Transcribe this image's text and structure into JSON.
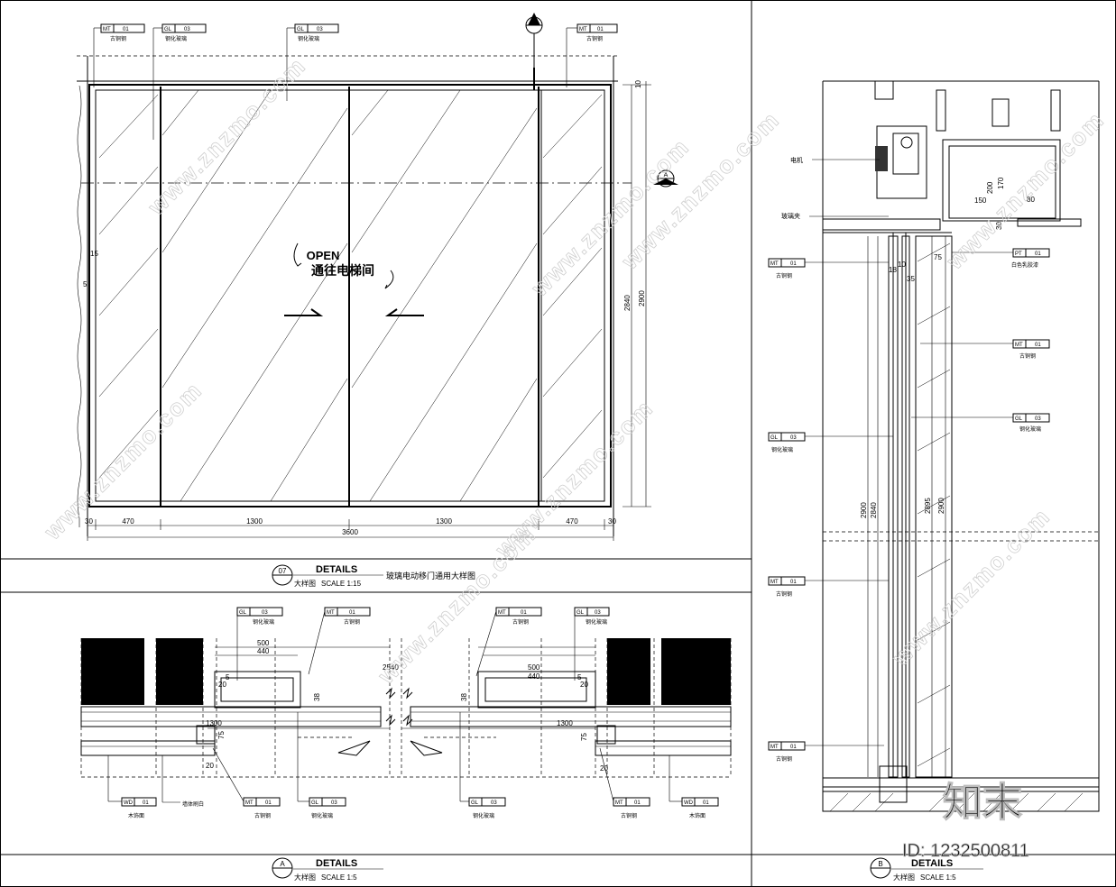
{
  "elevation": {
    "tags_top": [
      {
        "code": "MT",
        "num": "01",
        "label": "古铜钢"
      },
      {
        "code": "GL",
        "num": "03",
        "label": "钢化玻璃"
      },
      {
        "code": "GL",
        "num": "03",
        "label": "钢化玻璃"
      },
      {
        "code": "MT",
        "num": "01",
        "label": "古铜钢"
      }
    ],
    "section_b": "B",
    "section_a": "A",
    "open_text": "OPEN",
    "open_cn": "通往电梯间",
    "dims_bottom": [
      "30",
      "470",
      "1300",
      "1300",
      "470",
      "30"
    ],
    "dim_total": "3600",
    "dims_right": [
      "2840",
      "2900",
      "10"
    ],
    "dims_left": [
      "15",
      "5"
    ]
  },
  "title1": {
    "num": "07",
    "word": "DETAILS",
    "cn": "大样图",
    "scale": "SCALE  1:15",
    "desc": "玻璃电动移门通用大样图"
  },
  "plan": {
    "tags_top": [
      {
        "code": "GL",
        "num": "03",
        "label": "钢化玻璃"
      },
      {
        "code": "MT",
        "num": "01",
        "label": "古铜钢"
      },
      {
        "code": "MT",
        "num": "01",
        "label": "古铜钢"
      },
      {
        "code": "GL",
        "num": "03",
        "label": "钢化玻璃"
      }
    ],
    "tags_bottom": [
      {
        "code": "WD",
        "num": "01",
        "label": "木饰面"
      },
      {
        "code": "",
        "num": "",
        "label": "墙体刷白"
      },
      {
        "code": "MT",
        "num": "01",
        "label": "古铜钢"
      },
      {
        "code": "GL",
        "num": "03",
        "label": "钢化玻璃"
      },
      {
        "code": "GL",
        "num": "03",
        "label": "钢化玻璃"
      },
      {
        "code": "MT",
        "num": "01",
        "label": "古铜钢"
      },
      {
        "code": "WD",
        "num": "01",
        "label": "木饰面"
      }
    ],
    "dims": [
      "500",
      "440",
      "2540",
      "500",
      "440",
      "1300",
      "1300",
      "5",
      "5",
      "20",
      "20",
      "38",
      "38",
      "75",
      "75",
      "20",
      "20"
    ]
  },
  "title2": {
    "num": "A",
    "word": "DETAILS",
    "cn": "大样图",
    "scale": "SCALE  1:5"
  },
  "section": {
    "tags": [
      {
        "code": "",
        "num": "",
        "label": "电机"
      },
      {
        "code": "",
        "num": "",
        "label": "玻璃夹"
      },
      {
        "code": "PT",
        "num": "01",
        "label": "白色乳胶漆"
      },
      {
        "code": "MT",
        "num": "01",
        "label": "古铜钢"
      },
      {
        "code": "MT",
        "num": "01",
        "label": "古铜钢"
      },
      {
        "code": "GL",
        "num": "03",
        "label": "钢化玻璃"
      },
      {
        "code": "GL",
        "num": "03",
        "label": "钢化玻璃"
      },
      {
        "code": "MT",
        "num": "01",
        "label": "古铜钢"
      },
      {
        "code": "MT",
        "num": "01",
        "label": "古铜钢"
      }
    ],
    "dims": [
      "200",
      "170",
      "150",
      "80",
      "30",
      "75",
      "10",
      "18",
      "35",
      "2900",
      "2840",
      "2895",
      "2900"
    ]
  },
  "title3": {
    "num": "B",
    "word": "DETAILS",
    "cn": "大样图",
    "scale": "SCALE  1:5"
  },
  "watermark": {
    "site": "www.znzmo.com",
    "brand": "知末",
    "id": "ID: 1232500811"
  }
}
